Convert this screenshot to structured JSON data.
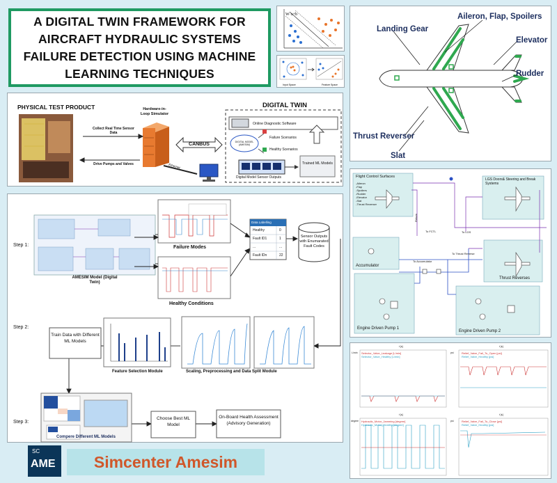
{
  "title": "A DIGITAL TWIN FRAMEWORK FOR AIRCRAFT HYDRAULIC SYSTEMS FAILURE DETECTION USING MACHINE LEARNING TECHNIQUES",
  "ml_thumbs": {
    "top_formula": "W·x+b",
    "bottom_labels": [
      "Input Space",
      "Feature Space"
    ]
  },
  "aircraft": {
    "labels": {
      "landing_gear": "Landing Gear",
      "aileron": "Aileron, Flap, Spoilers",
      "elevator": "Elevator",
      "rudder": "Rudder",
      "thrust_reverser": "Thrust Reverser",
      "slat": "Slat"
    },
    "colors": {
      "highlight": "#2fa84f",
      "label": "#1c2e5e"
    }
  },
  "framework": {
    "physical_title": "PHYSICAL TEST PRODUCT",
    "hil": "Hardware-in-Loop Simulator",
    "collect": "Collect Real Time Sensor Data",
    "drive": "Drive Pumps and Valves",
    "canbus": "CANBUS",
    "ethernet": "Ethernet",
    "digital_twin_title": "DIGITAL TWIN",
    "online": "Online Diagnostic Software",
    "dmodel": "DIGITAL MODEL (AMESIM)",
    "failure": "Failure Scenarios",
    "healthy": "Healthy Scenarios",
    "sensor_outputs": "Digital Model Sensor Outputs",
    "trained": "Trained ML Models"
  },
  "workflow": {
    "step1": "Step 1:",
    "step2": "Step 2:",
    "step3": "Step 3:",
    "amesim": "AMESIM Model (Digital Twin)",
    "failure_modes": "Failure Modes",
    "healthy_conditions": "Healthy Conditions",
    "labelling_header": "Data Labelling",
    "labelling_rows": [
      {
        "name": "Healthy",
        "code": "0"
      },
      {
        "name": "Fault ID1",
        "code": "1"
      },
      {
        "name": "...",
        "code": "..."
      },
      {
        "name": "Fault IDn",
        "code": "22"
      }
    ],
    "sensor_db": "Sensor Outputs with Enumarated Fault Codes",
    "train": "Train Data with Different ML Models",
    "feature_sel": "Feature Selection Module",
    "scaling": "Scaling, Preprocessing and Data Split Module",
    "compare": "Compere Different ML Models",
    "choose": "Choose Best ML Model",
    "onboard": "On-Board Health Assessment (Advisory Generation)"
  },
  "hydraulic": {
    "fcs_title": "Flight Control Surfaces",
    "fcs_items": [
      "-Aileron",
      "-Flap",
      "-Spoilers",
      "-Rudder",
      "-Elevator",
      "-Slat",
      "-Thrust Reverser"
    ],
    "lgs": "LGS Doors& Steering and Break Systems",
    "accumulator": "Accumulator",
    "thrust_reverses": "Thrust Reverses",
    "edp1": "Engine Driven Pump 1",
    "edp2": "Engine Driven Pump 2",
    "to_fctl": "To FCTL",
    "to_lgs": "To LGS",
    "to_thrust": "To Thrust Reverse",
    "to_acc": "To Accumulator",
    "return": "Return"
  },
  "plots": [
    {
      "legend": [
        "Selector_Valve_Leakage [L/min]",
        "Selector_Valve_Healthy [L/min]"
      ],
      "unit": "L/min",
      "xlabel": "t [s]"
    },
    {
      "legend": [
        "Relief_Valve_Fail_To_Open [psi]",
        "Relief_Valve_Healthy [psi]"
      ],
      "unit": "psi",
      "xlabel": "t [s]"
    },
    {
      "legend": [
        "Hydraulic_Motor_Jamming [degree]",
        "Hydraulic_Motor_Healthy [degree]"
      ],
      "unit": "degree",
      "xlabel": "t [s]"
    },
    {
      "legend": [
        "Relief_Valve_Fail_To_Close [psi]",
        "Relief_Valve_Healthy [psi]"
      ],
      "unit": "psi",
      "xlabel": "t [s]"
    }
  ],
  "branding": {
    "logo_top": "SC",
    "logo_main": "AME",
    "name": "Simcenter Amesim",
    "colors": {
      "brand": "#d0572a",
      "logo_bg": "#0b3558",
      "banner_bg": "#b7e3e9"
    }
  }
}
